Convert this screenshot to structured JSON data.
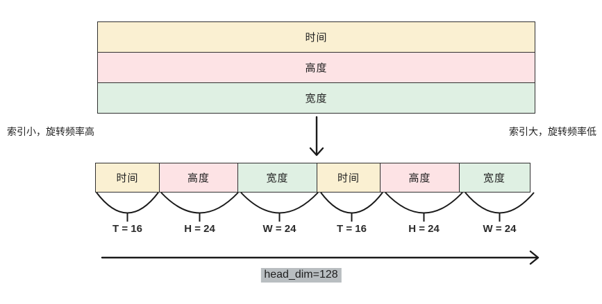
{
  "top_stack": {
    "rows": [
      {
        "label": "时间",
        "color": "#faf0d2"
      },
      {
        "label": "高度",
        "color": "#fde3e5"
      },
      {
        "label": "宽度",
        "color": "#dff0e3"
      }
    ]
  },
  "notes": {
    "left": "索引小，旋转频率高",
    "right": "索引大，旋转频率低"
  },
  "bottom_row": {
    "segments": [
      {
        "label": "时间",
        "dim": "T = 16",
        "color": "#faf0d2"
      },
      {
        "label": "高度",
        "dim": "H = 24",
        "color": "#fde3e5"
      },
      {
        "label": "宽度",
        "dim": "W = 24",
        "color": "#dff0e3"
      },
      {
        "label": "时间",
        "dim": "T = 16",
        "color": "#faf0d2"
      },
      {
        "label": "高度",
        "dim": "H = 24",
        "color": "#fde3e5"
      },
      {
        "label": "宽度",
        "dim": "W = 24",
        "color": "#dff0e3"
      }
    ]
  },
  "axis": {
    "label": "head_dim=128"
  },
  "colors": {
    "time_fill": "#faf0d2",
    "height_fill": "#fde3e5",
    "width_fill": "#dff0e3",
    "border": "#2f2f2f",
    "highlight": "#b9bec1",
    "background": "#ffffff"
  }
}
